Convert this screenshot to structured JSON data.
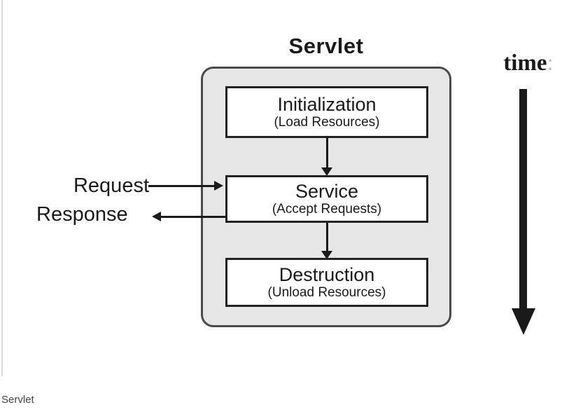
{
  "diagram": {
    "title": "Servlet",
    "stages": [
      {
        "name": "Initialization",
        "subtitle": "(Load Resources)"
      },
      {
        "name": "Service",
        "subtitle": "(Accept Requests)"
      },
      {
        "name": "Destruction",
        "subtitle": "(Unload Resources)"
      }
    ],
    "io": {
      "request_label": "Request",
      "response_label": "Response"
    },
    "time_label": "time",
    "time_suffix": ":",
    "caption": "Servlet",
    "colors": {
      "container_fill": "#e6e6e6",
      "container_border": "#4a4a4a",
      "box_fill": "#ffffff",
      "box_border": "#222222",
      "ink": "#1a1a1a",
      "caption_text": "#3d4349",
      "page_edge_line": "#d9d9d9"
    }
  }
}
